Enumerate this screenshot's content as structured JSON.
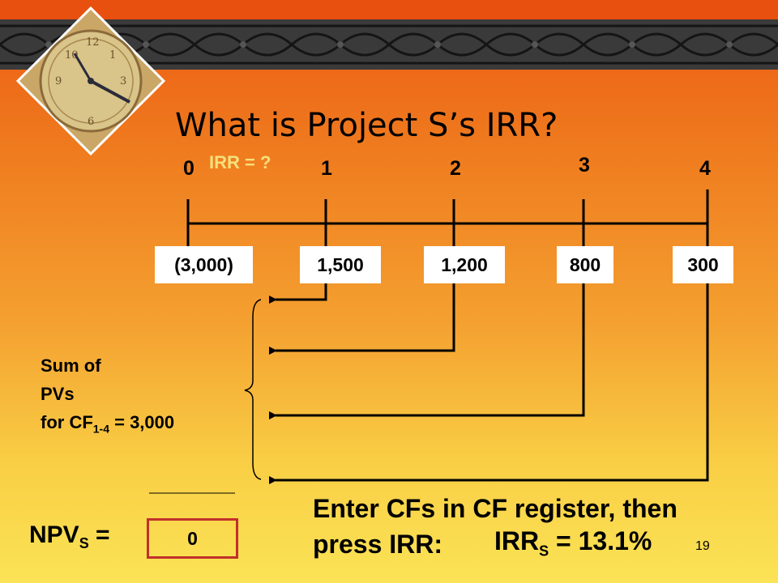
{
  "slide": {
    "title": "What is Project S’s IRR?",
    "page_number": "19"
  },
  "timeline": {
    "periods": [
      "0",
      "1",
      "2",
      "3",
      "4"
    ],
    "irr_note": "IRR = ?",
    "cash_flows": [
      "(3,000)",
      "1,500",
      "1,200",
      "800",
      "300"
    ]
  },
  "sum_label": {
    "line1": "Sum of",
    "line2": "PVs",
    "line3_prefix": "for CF",
    "line3_sub": "1-4",
    "line3_suffix": " = 3,000"
  },
  "npv": {
    "label": "NPV",
    "label_sub": "S",
    "label_suffix": " =",
    "value": "0"
  },
  "instruction": {
    "line1": "Enter CFs in CF register, then",
    "line2": "press IRR:"
  },
  "irr_result": {
    "label": "IRR",
    "label_sub": "S",
    "value_text": " = 13.1%"
  },
  "colors": {
    "irr_note": "#f6e07a",
    "npv_box_border": "#c0302a",
    "box_fill": "#ffffff"
  }
}
